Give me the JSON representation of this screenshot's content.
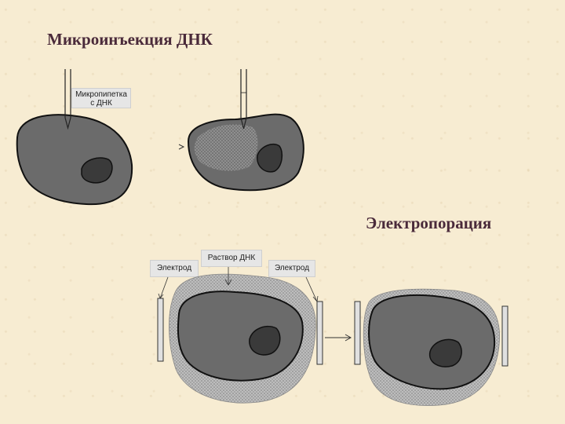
{
  "titles": {
    "microinjection": "Микроинъекция ДНК",
    "electroporation": "Электропорация"
  },
  "labels": {
    "micropipette_line1": "Микропипетка",
    "micropipette_line2": "с ДНК",
    "dna_solution": "Раствор ДНК",
    "electrode_left": "Электрод",
    "electrode_right": "Электрод"
  },
  "colors": {
    "background": "#f7ecd2",
    "title": "#4a2a3a",
    "cell": "#6b6b6b",
    "nucleus": "#3a3a3a",
    "dna_stipple": "#a8a8a8",
    "label_box": "#e6e6e6"
  }
}
